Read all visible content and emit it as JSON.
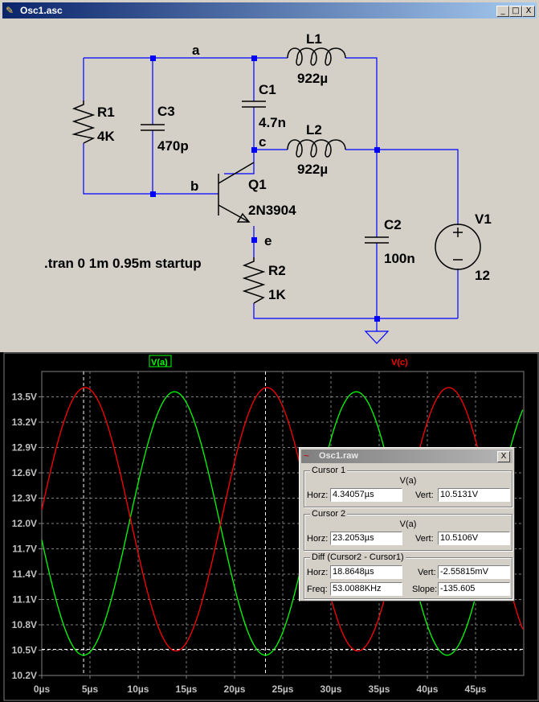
{
  "schematic_window": {
    "title": "Osc1.asc",
    "buttons": {
      "minimize": "_",
      "maximize": "□",
      "close": "X"
    }
  },
  "schematic": {
    "directive": ".tran 0 1m 0.95m startup",
    "nets": {
      "a": "a",
      "b": "b",
      "c": "c",
      "e": "e"
    },
    "components": {
      "R1": {
        "name": "R1",
        "value": "4K"
      },
      "C3": {
        "name": "C3",
        "value": "470p"
      },
      "C1": {
        "name": "C1",
        "value": "4.7n"
      },
      "L1": {
        "name": "L1",
        "value": "922µ"
      },
      "L2": {
        "name": "L2",
        "value": "922µ"
      },
      "Q1": {
        "name": "Q1",
        "value": "2N3904"
      },
      "R2": {
        "name": "R2",
        "value": "1K"
      },
      "C2": {
        "name": "C2",
        "value": "100n"
      },
      "V1": {
        "name": "V1",
        "value": "12"
      }
    }
  },
  "plot": {
    "traces": [
      {
        "label": "V(a)",
        "color": "#00ff00"
      },
      {
        "label": "V(c)",
        "color": "#ff0000"
      }
    ],
    "y_ticks": [
      "13.5V",
      "13.2V",
      "12.9V",
      "12.6V",
      "12.3V",
      "12.0V",
      "11.7V",
      "11.4V",
      "11.1V",
      "10.8V",
      "10.5V",
      "10.2V"
    ],
    "x_ticks": [
      "0µs",
      "5µs",
      "10µs",
      "15µs",
      "20µs",
      "25µs",
      "30µs",
      "35µs",
      "40µs",
      "45µs"
    ]
  },
  "chart_data": {
    "type": "line",
    "xlabel": "",
    "ylabel": "",
    "xlim": [
      0,
      50
    ],
    "ylim": [
      10.2,
      13.8
    ],
    "x_unit": "µs",
    "y_unit": "V",
    "grid": true,
    "series": [
      {
        "name": "V(a)",
        "color": "#00ff00",
        "form": "sine",
        "offset": 12.0,
        "amplitude": 1.56,
        "period_us": 18.86,
        "trough_at_us": 4.34
      },
      {
        "name": "V(c)",
        "color": "#ff0000",
        "form": "sine",
        "offset": 12.05,
        "amplitude": 1.56,
        "period_us": 18.86,
        "peak_at_us": 4.5
      }
    ],
    "cursors": [
      {
        "label": "Cursor 1",
        "x": 4.34,
        "y": 10.51
      },
      {
        "label": "Cursor 2",
        "x": 23.21,
        "y": 10.51
      }
    ]
  },
  "cursor_dialog": {
    "title": "Osc1.raw",
    "close": "X",
    "cursor1": {
      "label": "Cursor 1",
      "trace": "V(a)",
      "horz_label": "Horz:",
      "horz": "4.34057µs",
      "vert_label": "Vert:",
      "vert": "10.5131V"
    },
    "cursor2": {
      "label": "Cursor 2",
      "trace": "V(a)",
      "horz_label": "Horz:",
      "horz": "23.2053µs",
      "vert_label": "Vert:",
      "vert": "10.5106V"
    },
    "diff": {
      "label": "Diff (Cursor2 - Cursor1)",
      "horz_label": "Horz:",
      "horz": "18.8648µs",
      "vert_label": "Vert:",
      "vert": "-2.55815mV",
      "freq_label": "Freq:",
      "freq": "53.0088KHz",
      "slope_label": "Slope:",
      "slope": "-135.605"
    }
  }
}
